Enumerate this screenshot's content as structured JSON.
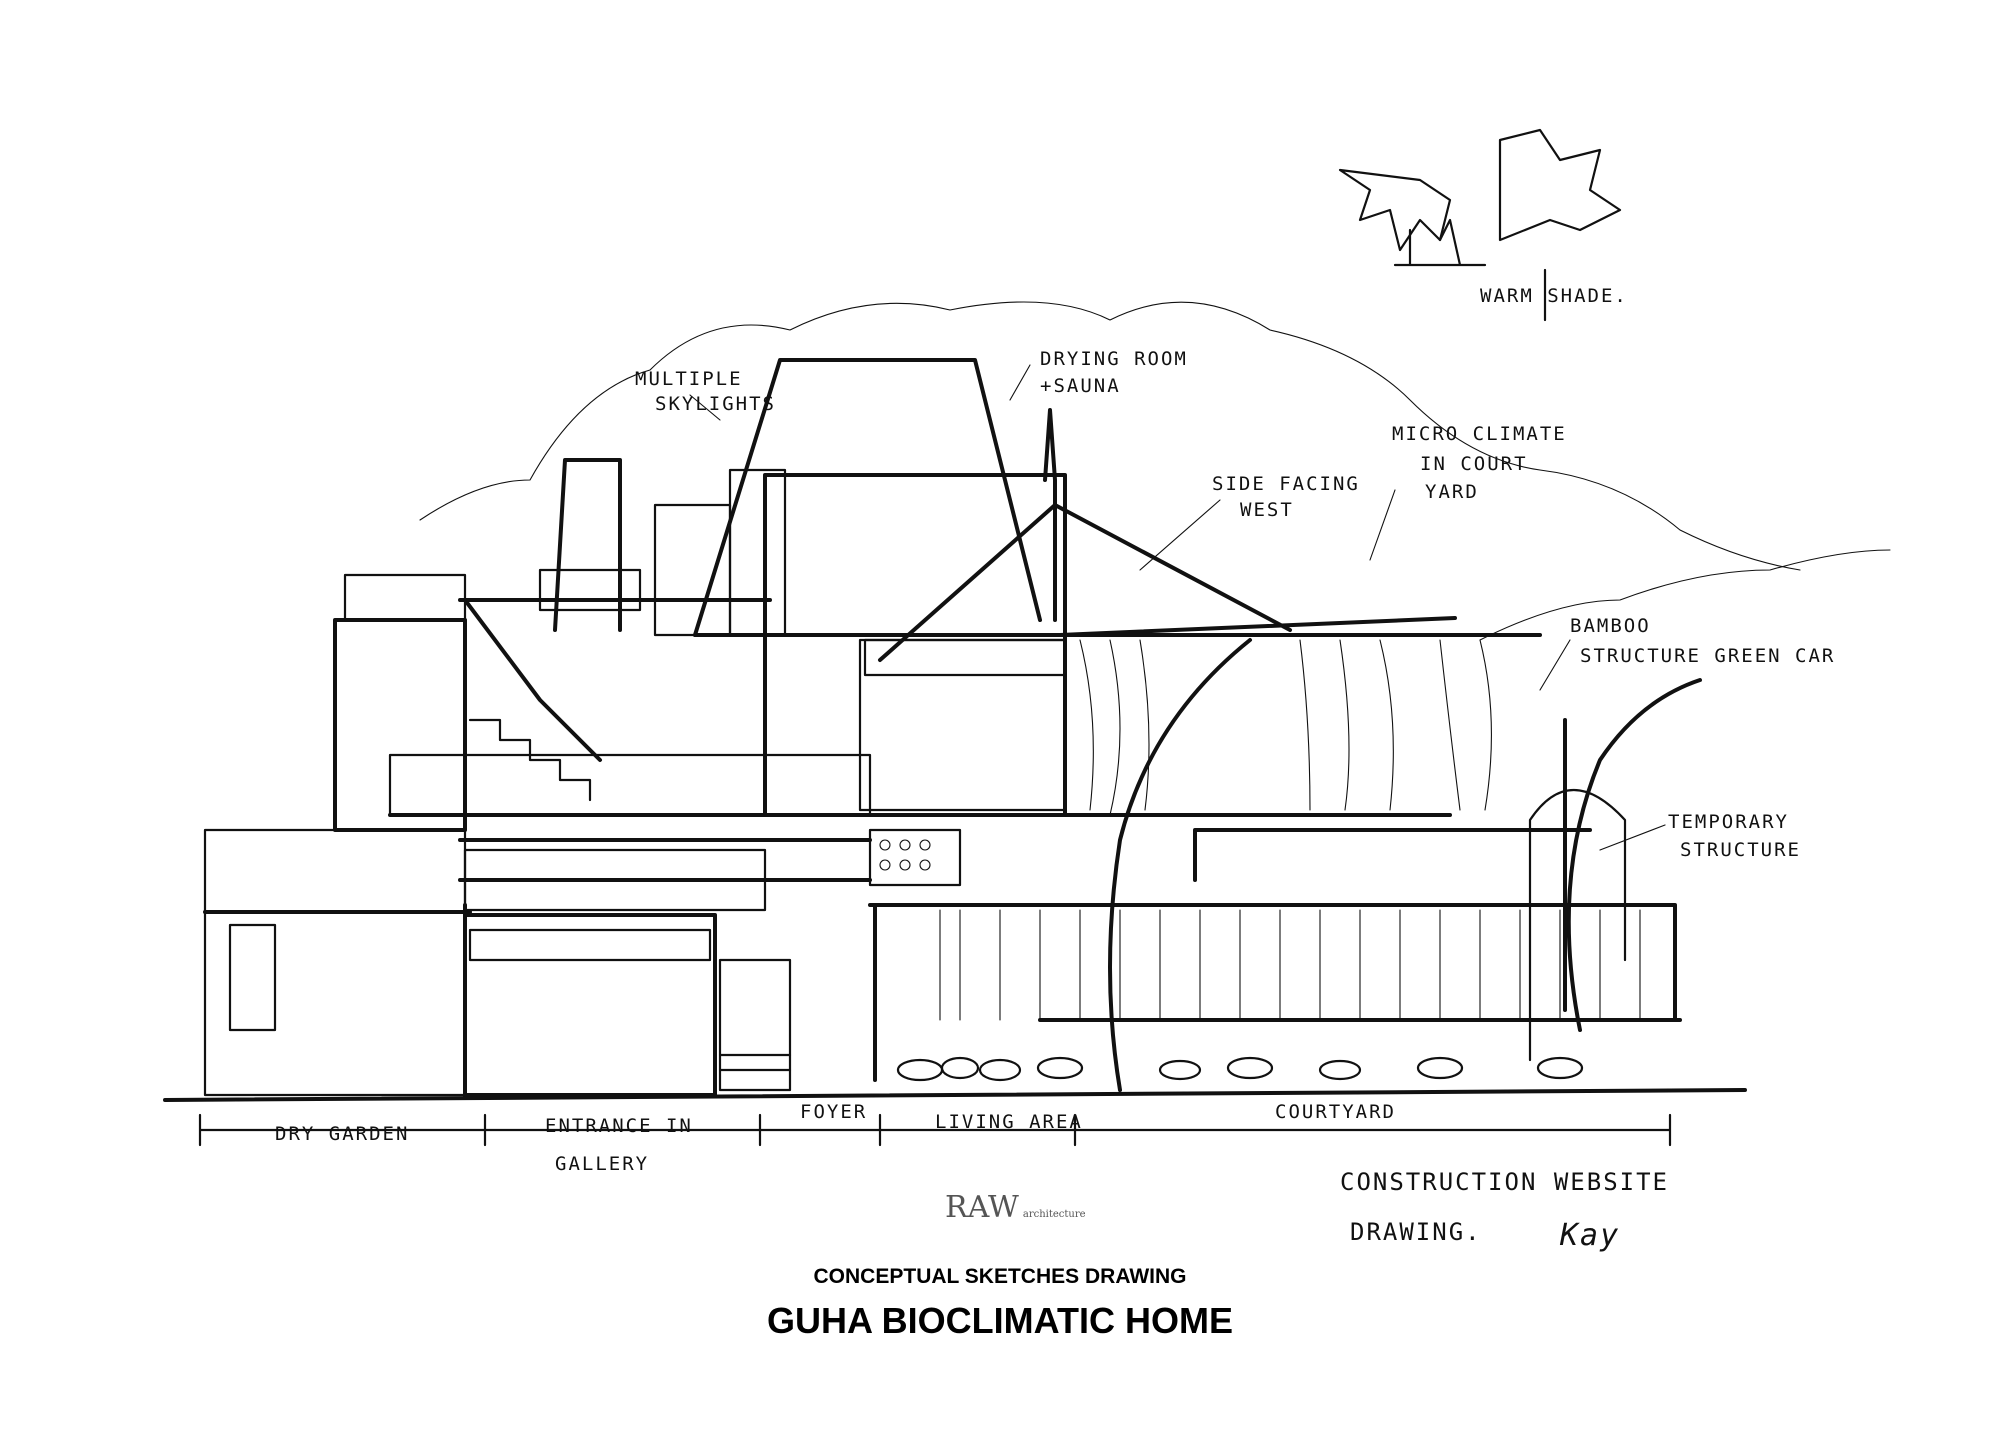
{
  "annotations": {
    "skylights": [
      "MULTIPLE",
      "SKYLIGHTS"
    ],
    "drying_room": [
      "DRYING ROOM",
      "+SAUNA"
    ],
    "warm_shade": "WARM SHADE.",
    "micro_climate": [
      "MICRO CLIMATE",
      "IN COURT",
      "YARD"
    ],
    "side_facing": [
      "SIDE FACING",
      "WEST"
    ],
    "bamboo": [
      "BAMBOO",
      "STRUCTURE GREEN CAR"
    ],
    "temporary": [
      "TEMPORARY",
      "STRUCTURE"
    ]
  },
  "zones": {
    "dry_garden": "DRY GARDEN",
    "entrance": [
      "ENTRANCE IN",
      "GALLERY"
    ],
    "foyer": "FOYER",
    "living": "LIVING AREA",
    "courtyard": "COURTYARD"
  },
  "note": [
    "CONSTRUCTION WEBSITE",
    "DRAWING."
  ],
  "signature": "Kay",
  "logo": {
    "mark": "RAW",
    "sub": "architecture"
  },
  "subtitle": "CONCEPTUAL SKETCHES DRAWING",
  "title": "GUHA BIOCLIMATIC HOME"
}
